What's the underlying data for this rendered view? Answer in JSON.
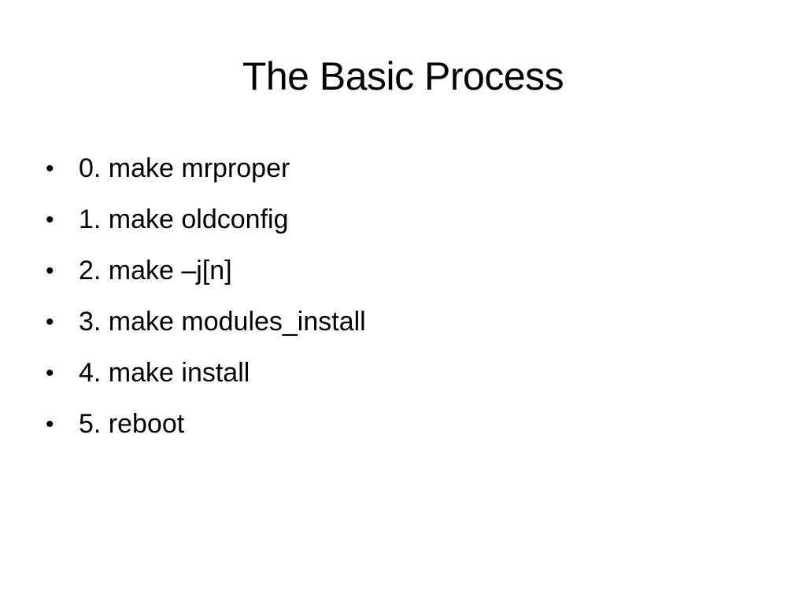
{
  "slide": {
    "title": "The Basic Process",
    "bullet_glyph": "•",
    "items": [
      "0. make mrproper",
      "1. make oldconfig",
      "2. make –j[n]",
      "3. make modules_install",
      "4. make install",
      "5. reboot"
    ]
  }
}
